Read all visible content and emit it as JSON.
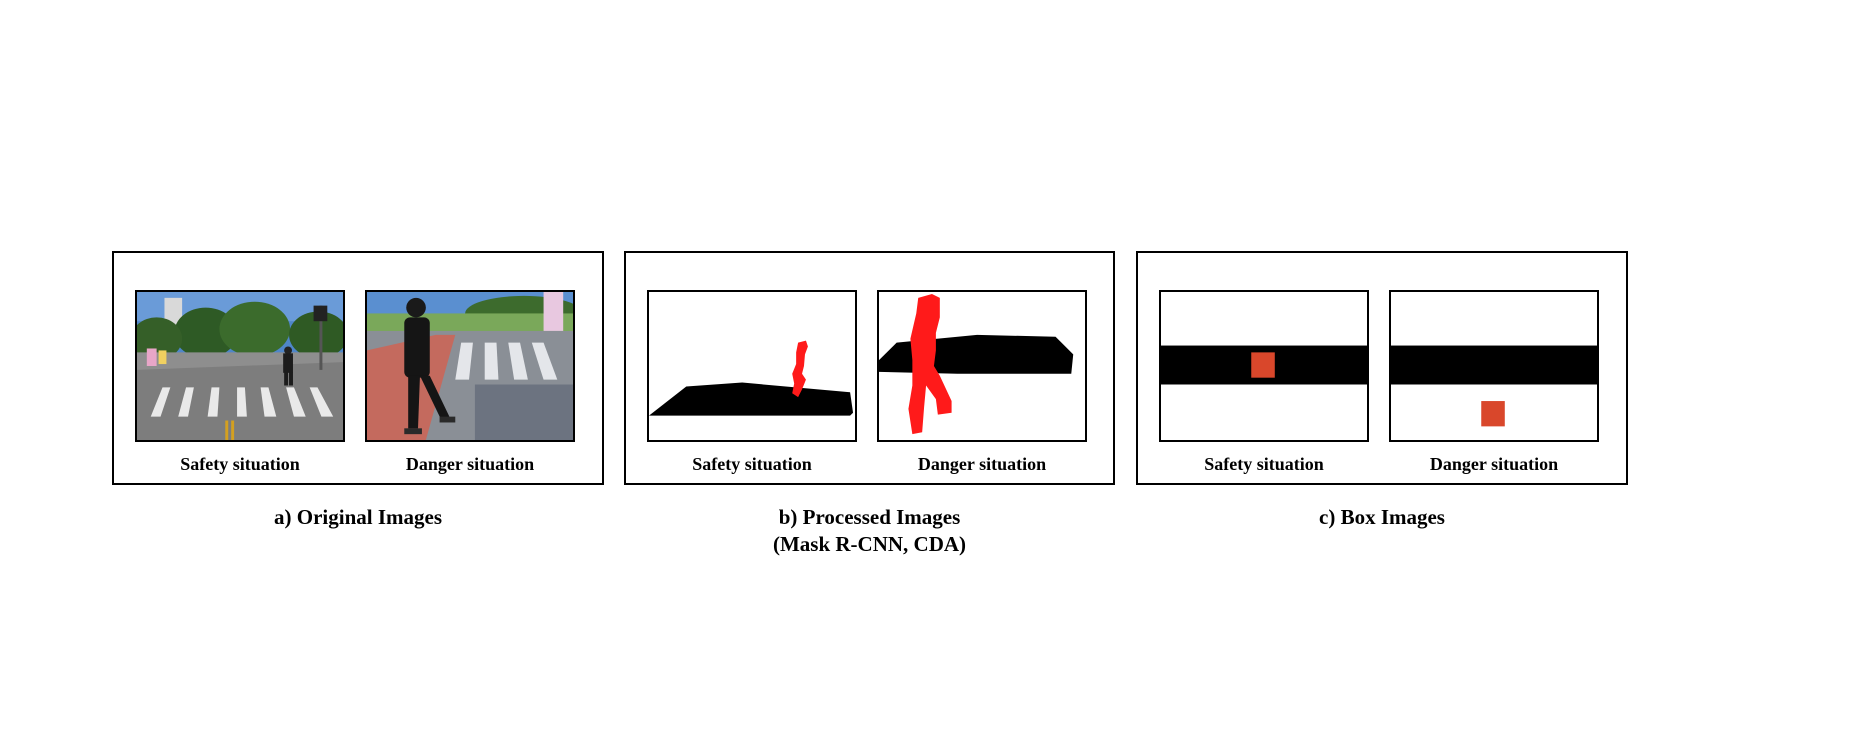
{
  "panels": [
    {
      "caption": "a) Original Images",
      "caption_line2": "",
      "left_label": "Safety situation",
      "right_label": "Danger situation"
    },
    {
      "caption": "b) Processed Images",
      "caption_line2": "(Mask R-CNN, CDA)",
      "left_label": "Safety situation",
      "right_label": "Danger situation"
    },
    {
      "caption": "c) Box Images",
      "caption_line2": "",
      "left_label": "Safety situation",
      "right_label": "Danger situation"
    }
  ],
  "colors": {
    "pedestrian_mask": "#ff1a1a",
    "box_marker": "#d9472b",
    "crosswalk_region": "#000000",
    "border": "#000000"
  }
}
